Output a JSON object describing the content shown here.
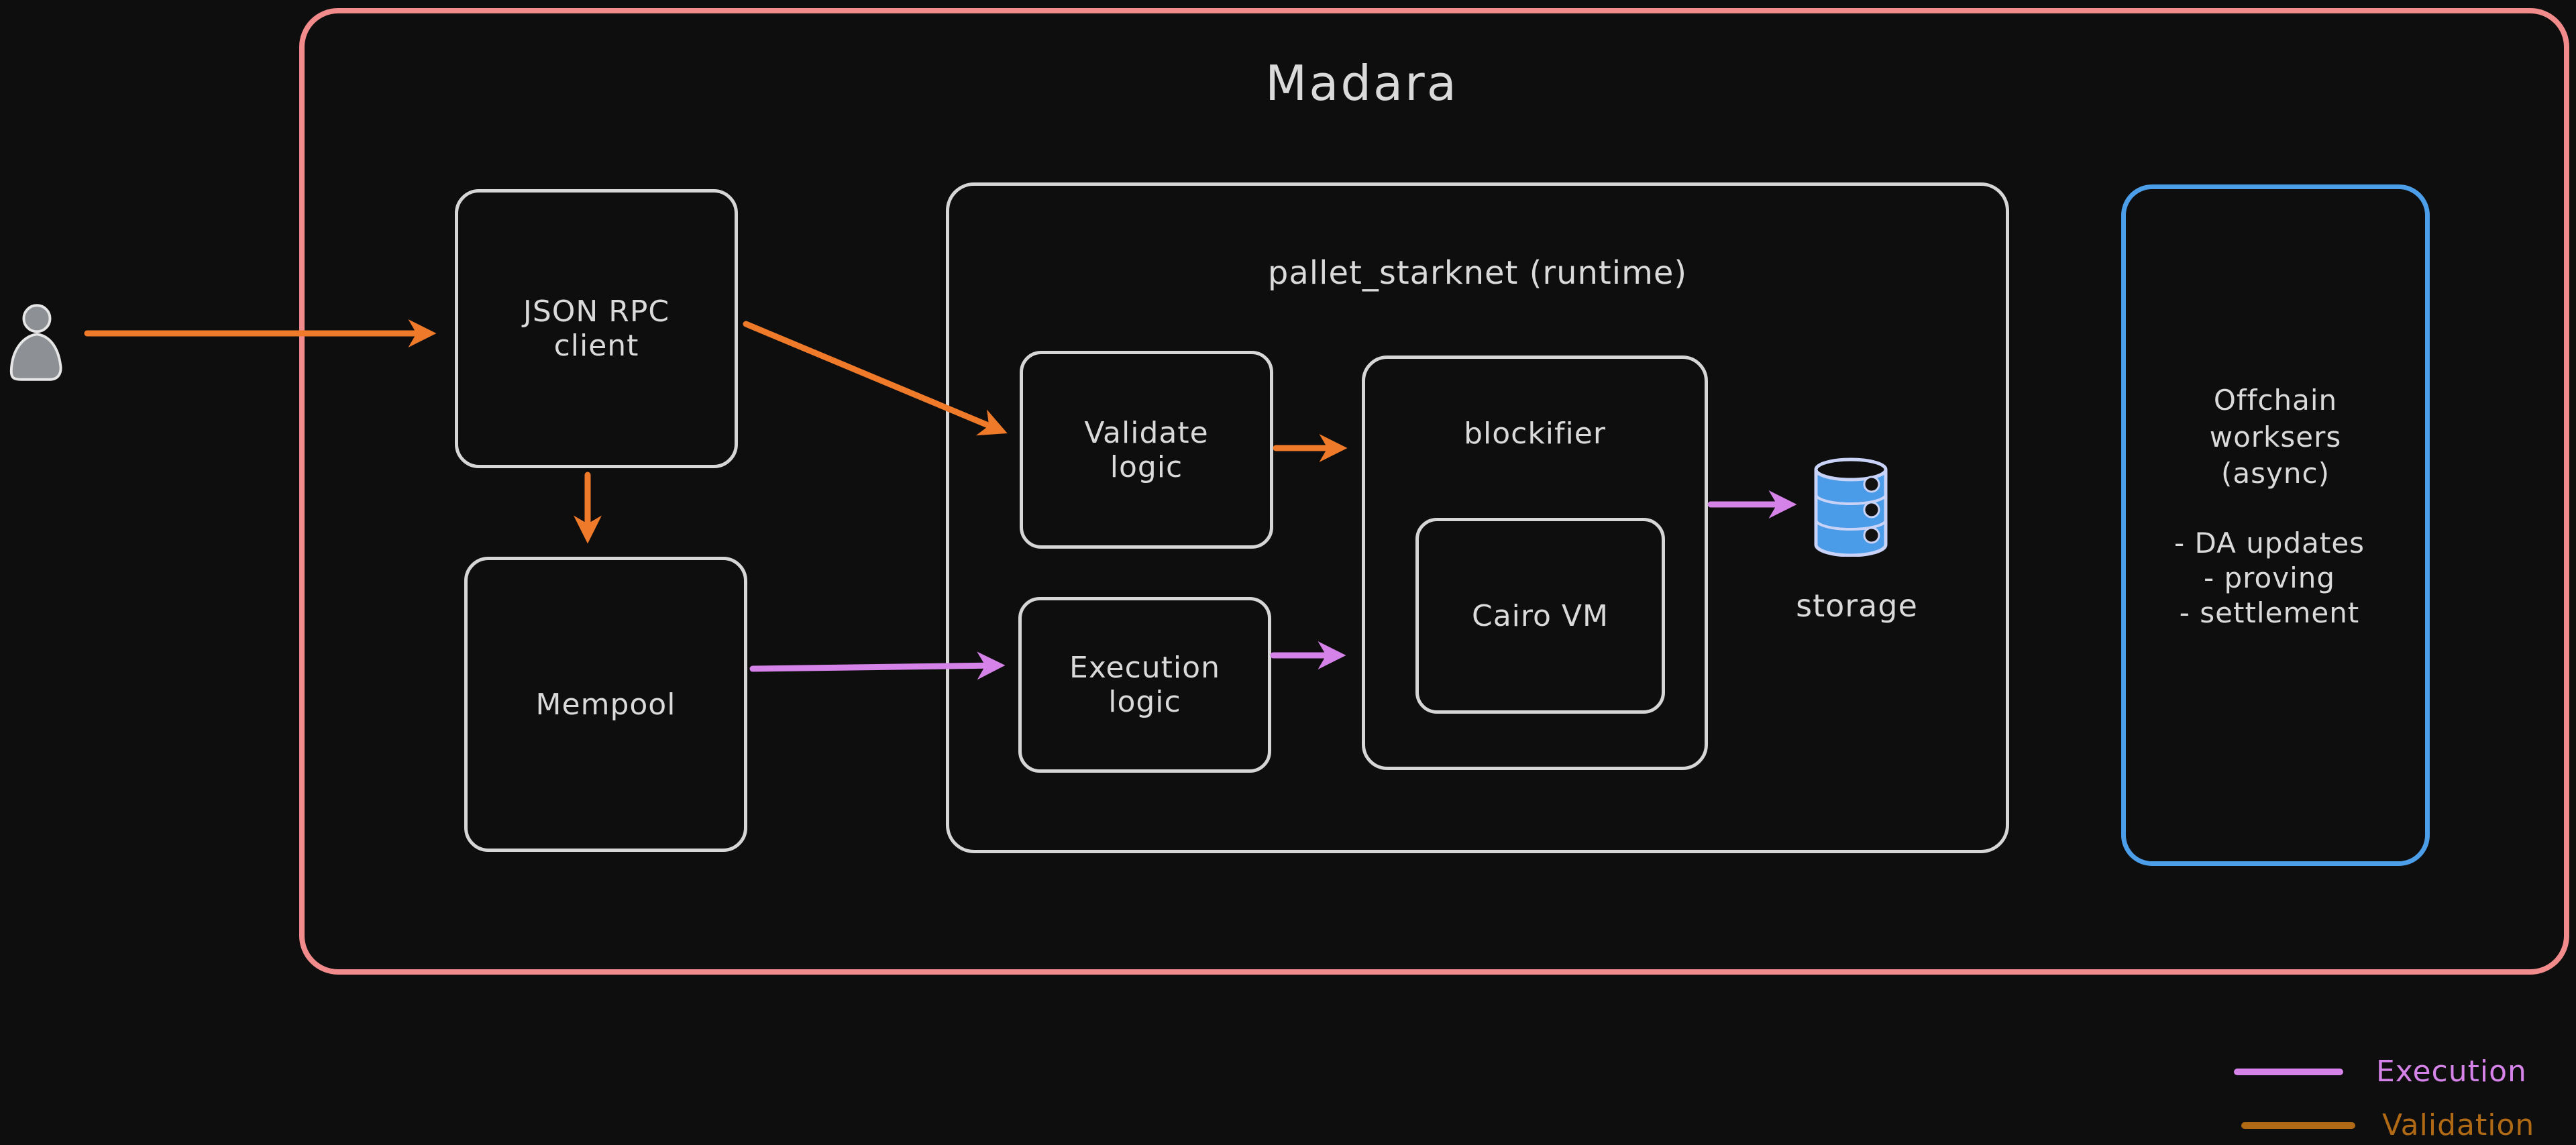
{
  "title": "Madara",
  "colors": {
    "background": "#0e0e0e",
    "frame": "#f28c8c",
    "box-stroke": "#d6d6d6",
    "text": "#dadada",
    "execution": "#d583e8",
    "validation": "#ee7a2a",
    "legend-validation": "#b06a15",
    "offchain-stroke": "#4d9ee9",
    "storage-fill": "#4a9be8",
    "storage-stroke": "#c9d3f8",
    "storage-hole": "#121212",
    "person-fill": "#8d9095",
    "person-stroke": "#e6e6e6"
  },
  "nodes": {
    "json_rpc": "JSON RPC\nclient",
    "mempool": "Mempool",
    "runtime_title": "pallet_starknet (runtime)",
    "validate": "Validate\nlogic",
    "execution": "Execution\nlogic",
    "blockifier": "blockifier",
    "cairo_vm": "Cairo VM",
    "storage": "storage"
  },
  "offchain": {
    "title": "Offchain\nworksers\n(async)",
    "items": [
      "- DA updates",
      "- proving",
      "- settlement"
    ]
  },
  "legend": {
    "execution": "Execution",
    "validation": "Validation"
  }
}
